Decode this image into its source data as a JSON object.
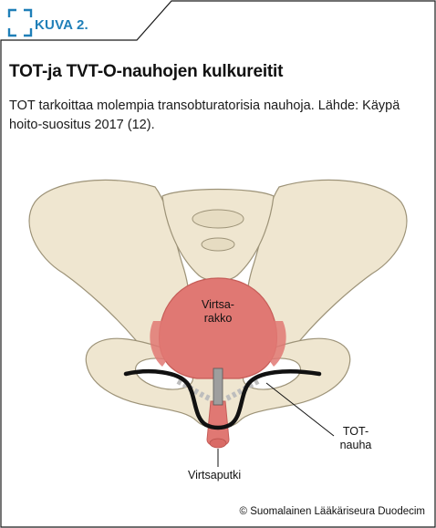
{
  "header": {
    "figure_label": "KUVA 2.",
    "title": "TOT-ja TVT-O-nauhojen kulkureitit",
    "caption": "TOT tarkoittaa molempia transobturatorisia nauhoja. Lähde: Käypä hoito-suositus 2017 (12)."
  },
  "diagram": {
    "labels": {
      "bladder_line1": "Virtsa-",
      "bladder_line2": "rakko",
      "tape_line1": "TOT-",
      "tape_line2": "nauha",
      "urethra": "Virtsaputki"
    }
  },
  "footer": {
    "credit": "© Suomalainen Lääkäriseura Duodecim"
  },
  "colors": {
    "accent": "#1f7fb8",
    "bone_fill": "#efe6d0",
    "bone_stroke": "#9d9378",
    "bladder": "#e07873",
    "tape": "#111111"
  }
}
